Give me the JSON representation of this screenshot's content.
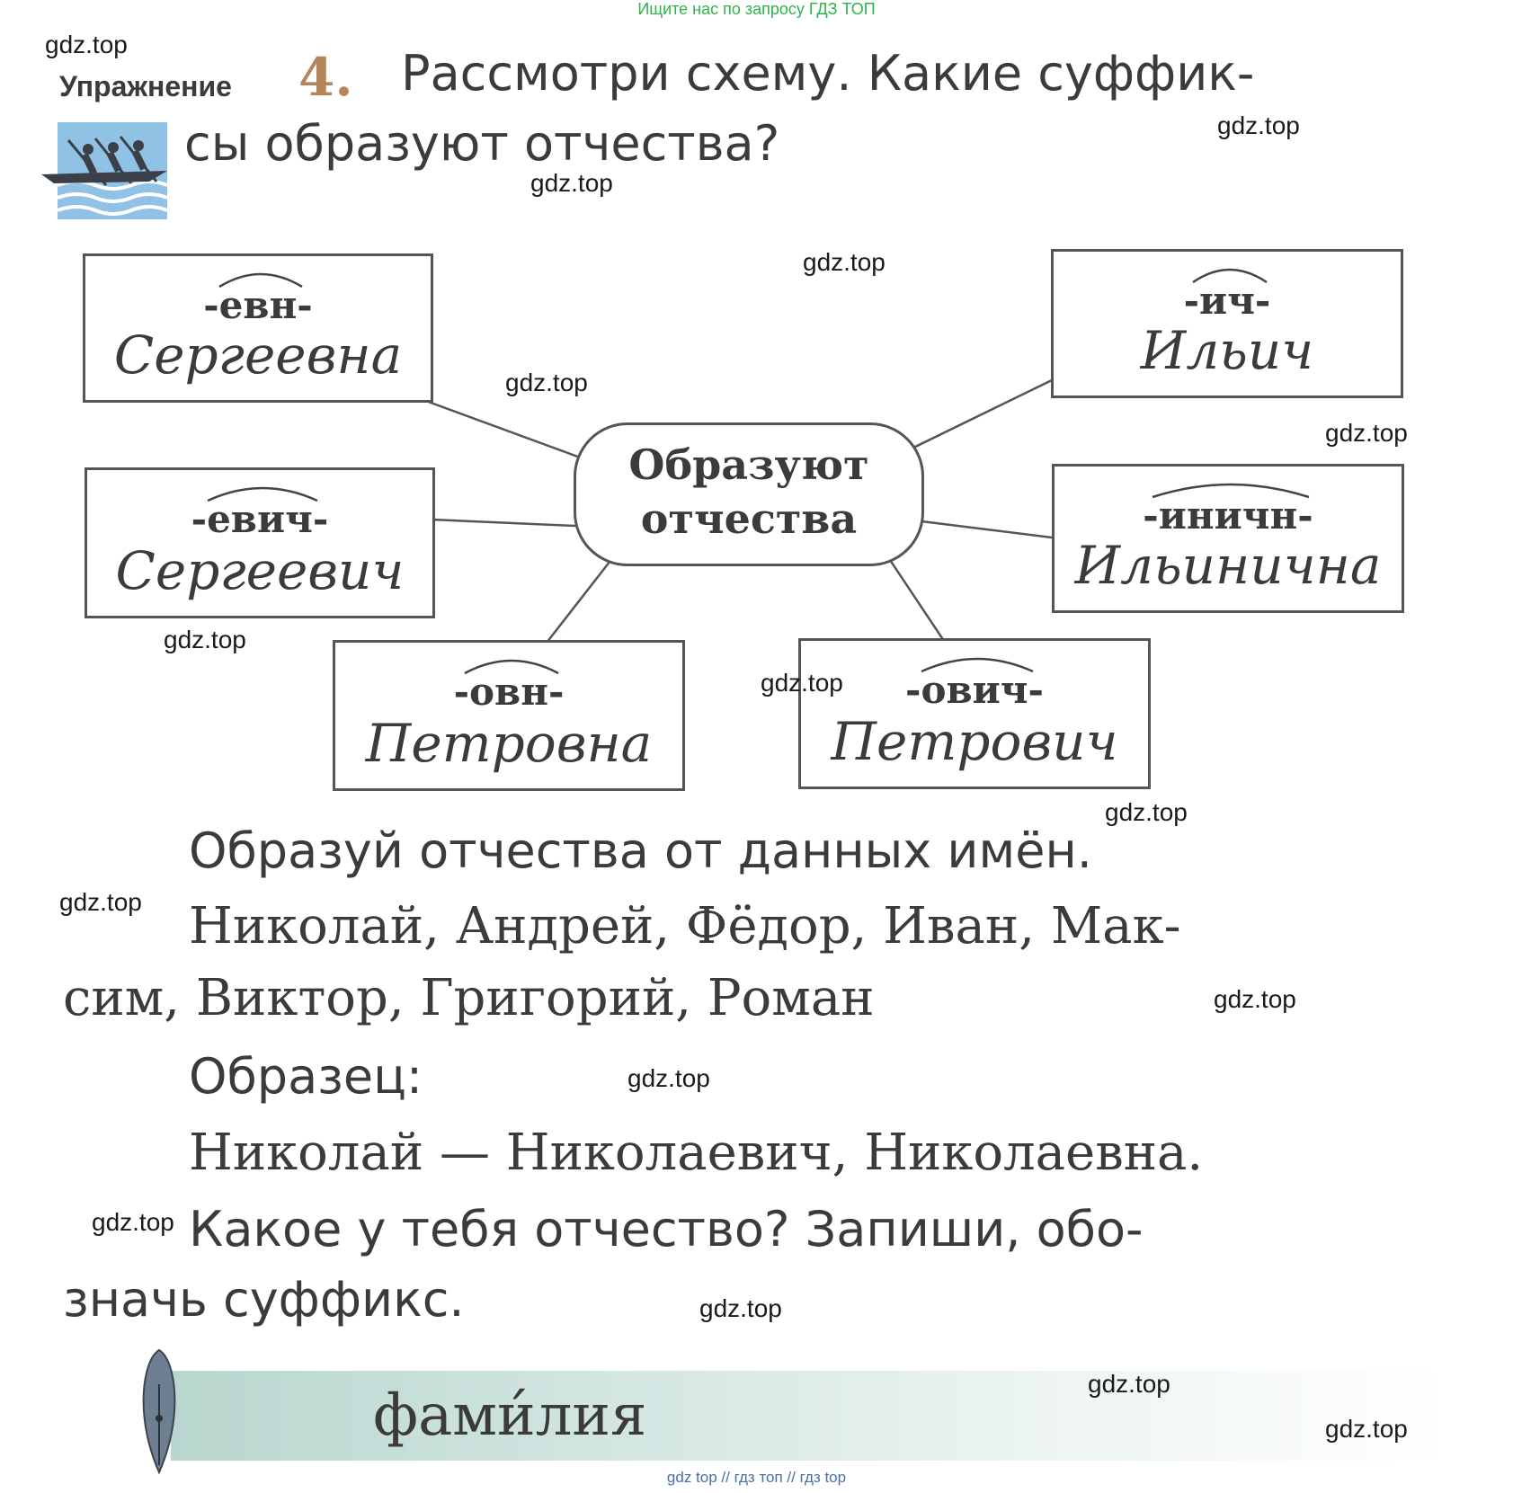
{
  "top_note": "Ищите нас по запросу ГДЗ ТОП",
  "bottom_note": "gdz top  //  гдз топ  //  гдз top",
  "exercise": {
    "label": "Упражнение",
    "number": "4.",
    "title_line1": "Рассмотри схему. Какие суффик-",
    "title_line2": "сы образуют отчества?"
  },
  "scheme": {
    "center_line1": "Образуют",
    "center_line2": "отчества",
    "boxes": [
      {
        "suffix": "-евн-",
        "word": "Сергеевна"
      },
      {
        "suffix": "-ич-",
        "word": "Ильич"
      },
      {
        "suffix": "-евич-",
        "word": "Сергеевич"
      },
      {
        "suffix": "-иничн-",
        "word": "Ильинична"
      },
      {
        "suffix": "-овн-",
        "word": "Петровна"
      },
      {
        "suffix": "-ович-",
        "word": "Петрович"
      }
    ]
  },
  "task_text": {
    "line1": "Образуй отчества от данных имён.",
    "names_line1": "Николай, Андрей, Фёдор, Иван, Мак-",
    "names_line2": "сим, Виктор, Григорий, Роман",
    "sample_label": "Образец:",
    "sample": "Николай — Николаевич, Николаевна.",
    "question_line1": "Какое у тебя отчество? Запиши, обо-",
    "question_line2": "значь суффикс."
  },
  "vocabulary_word": "фами́лия",
  "watermarks": [
    "gdz.top",
    "gdz.top",
    "gdz.top",
    "gdz.top",
    "gdz.top",
    "gdz.top",
    "gdz.top",
    "gdz.top",
    "gdz.top",
    "gdz.top",
    "gdz.top",
    "gdz.top",
    "gdz.top",
    "gdz.top",
    "gdz.top",
    "gdz.top"
  ],
  "colors": {
    "text": "#3b3b3b",
    "exercise_number": "#b5865b",
    "top_note": "#2fb34a",
    "vocab_strip": "#b9d6cf"
  }
}
